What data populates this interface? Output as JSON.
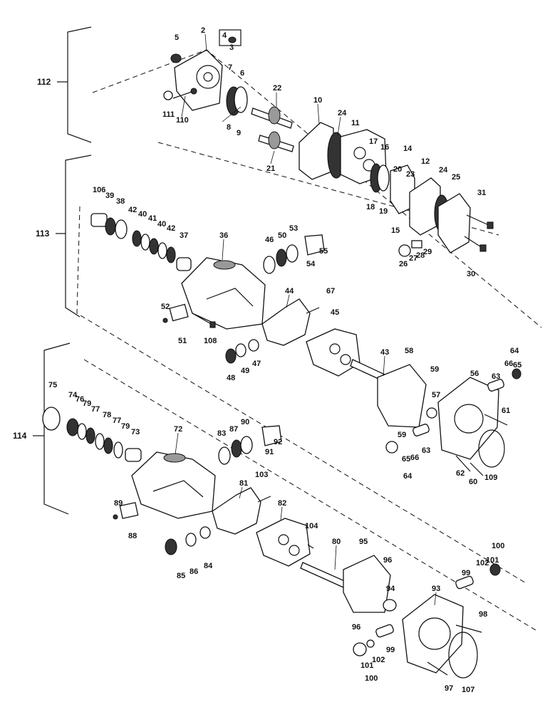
{
  "groups": [
    {
      "id": "112",
      "label": "112"
    },
    {
      "id": "113",
      "label": "113"
    },
    {
      "id": "114",
      "label": "114"
    }
  ],
  "callouts": {
    "c2": "2",
    "c3": "3",
    "c4": "4",
    "c5": "5",
    "c6": "6",
    "c7": "7",
    "c8": "8",
    "c9": "9",
    "c10": "10",
    "c11": "11",
    "c12": "12",
    "c14": "14",
    "c15": "15",
    "c16": "16",
    "c17": "17",
    "c18": "18",
    "c19": "19",
    "c20": "20",
    "c21": "21",
    "c22": "22",
    "c23": "23",
    "c24a": "24",
    "c24b": "24",
    "c25": "25",
    "c26": "26",
    "c27": "27",
    "c28": "28",
    "c29": "29",
    "c30": "30",
    "c31": "31",
    "c36": "36",
    "c37": "37",
    "c38": "38",
    "c39": "39",
    "c40a": "40",
    "c40b": "40",
    "c41": "41",
    "c42a": "42",
    "c42b": "42",
    "c43": "43",
    "c44": "44",
    "c45": "45",
    "c46": "46",
    "c47": "47",
    "c48": "48",
    "c49": "49",
    "c50": "50",
    "c51": "51",
    "c52": "52",
    "c53": "53",
    "c54": "54",
    "c55": "55",
    "c56": "56",
    "c57": "57",
    "c58": "58",
    "c59a": "59",
    "c59b": "59",
    "c60": "60",
    "c61": "61",
    "c62": "62",
    "c63a": "63",
    "c63b": "63",
    "c64a": "64",
    "c64b": "64",
    "c65a": "65",
    "c65b": "65",
    "c66a": "66",
    "c66b": "66",
    "c67": "67",
    "c72": "72",
    "c73": "73",
    "c74": "74",
    "c75": "75",
    "c76": "76",
    "c77a": "77",
    "c77b": "77",
    "c78": "78",
    "c79a": "79",
    "c79b": "79",
    "c80": "80",
    "c81": "81",
    "c82": "82",
    "c83": "83",
    "c84": "84",
    "c85": "85",
    "c86": "86",
    "c87": "87",
    "c88": "88",
    "c89": "89",
    "c90": "90",
    "c91": "91",
    "c92": "92",
    "c93": "93",
    "c94": "94",
    "c95": "95",
    "c96a": "96",
    "c96b": "96",
    "c97": "97",
    "c98": "98",
    "c99a": "99",
    "c99b": "99",
    "c100a": "100",
    "c100b": "100",
    "c101a": "101",
    "c101b": "101",
    "c102a": "102",
    "c102b": "102",
    "c103": "103",
    "c104": "104",
    "c106": "106",
    "c107": "107",
    "c108": "108",
    "c109": "109",
    "c110": "110",
    "c111": "111"
  }
}
